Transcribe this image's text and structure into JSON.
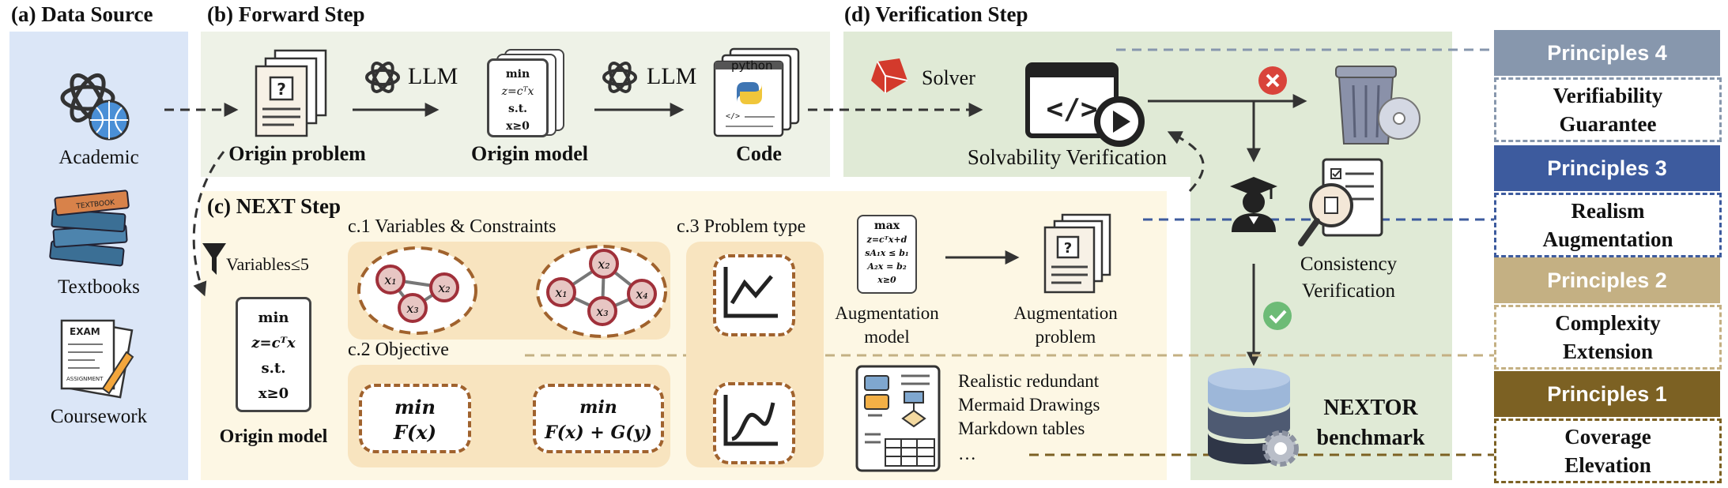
{
  "colors": {
    "data_source_bg": "#dbe6f7",
    "forward_bg": "#eef2e7",
    "next_bg": "#fdf7e4",
    "verification_bg": "#e0ead6",
    "step_box_bg": "#f8e4bf",
    "dashed_brown": "#a0622d",
    "node_red": "#a0303a",
    "p4": "#8797ad",
    "p3": "#3d5b9e",
    "p2": "#c4b083",
    "p1": "#7c6123"
  },
  "sections": {
    "data_source": "(a) Data Source",
    "forward": "(b) Forward Step",
    "next": "(c) NEXT Step",
    "verification": "(d) Verification Step"
  },
  "data_source": {
    "academic": "Academic",
    "textbooks": "Textbooks",
    "coursework": "Coursework",
    "book_label": "TEXTBOOK",
    "exam_label": "EXAM",
    "assignment_label": "ASSIGNMENT"
  },
  "forward": {
    "origin_problem": "Origin problem",
    "origin_model": "Origin model",
    "code": "Code",
    "llm1": "LLM",
    "llm2": "LLM",
    "python": "python",
    "model_min": "min",
    "model_obj": "z=cᵀx",
    "model_st": "s.t.",
    "model_con": "x≥0"
  },
  "next": {
    "filter": "Variables≤5",
    "origin_model": "Origin model",
    "model_min": "min",
    "model_obj": "z=cᵀx",
    "model_st": "s.t.",
    "model_con": "x≥0",
    "c1": "c.1 Variables & Constraints",
    "c2": "c.2 Objective",
    "c3": "c.3 Problem type",
    "obj_left_min": "min",
    "obj_left_f": "F(x)",
    "obj_right_min": "min",
    "obj_right_f": "F(x) + G(y)",
    "aug_model_label": "Augmentation\nmodel",
    "aug_problem_label": "Augmentation\nproblem",
    "aug_max": "max",
    "aug_obj": "z=cᵀx+d",
    "aug_c1": "sA₁x ≤ b₁",
    "aug_c2": "A₂x = b₂",
    "aug_c3": "x≥0",
    "realism_items": [
      "Realistic redundant",
      "Mermaid Drawings",
      "Markdown tables",
      "…"
    ]
  },
  "verification": {
    "solver": "Solver",
    "solvability": "Solvability Verification",
    "consistency": "Consistency\nVerification",
    "benchmark": "NEXTOR\nbenchmark"
  },
  "principles": [
    {
      "head": "Principles 4",
      "body": "Verifiability\nGuarantee"
    },
    {
      "head": "Principles 3",
      "body": "Realism\nAugmentation"
    },
    {
      "head": "Principles 2",
      "body": "Complexity\nExtension"
    },
    {
      "head": "Principles 1",
      "body": "Coverage\nElevation"
    }
  ]
}
